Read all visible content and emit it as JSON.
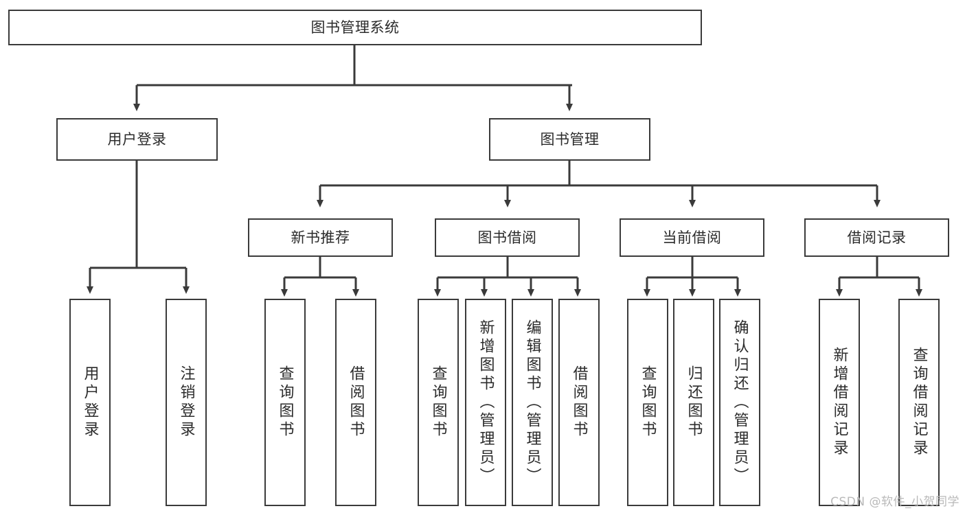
{
  "diagram": {
    "title": "图书管理系统",
    "type": "hierarchy-tree",
    "watermark": "CSDN @软件_小贺同学",
    "colors": {
      "box_border": "#3a3a3a",
      "box_fill": "#ffffff",
      "connector": "#3a3a3a",
      "text": "#2b2b2b",
      "watermark": "#b9b9b9"
    },
    "levels": [
      {
        "level": 0,
        "nodes": [
          {
            "id": "root",
            "label": "图书管理系统",
            "orientation": "horizontal"
          }
        ]
      },
      {
        "level": 1,
        "nodes": [
          {
            "id": "l1-0",
            "label": "用户登录",
            "orientation": "horizontal",
            "parent": "root"
          },
          {
            "id": "l1-1",
            "label": "图书管理",
            "orientation": "horizontal",
            "parent": "root"
          }
        ]
      },
      {
        "level": 2,
        "nodes": [
          {
            "id": "l2-0",
            "label": "新书推荐",
            "orientation": "horizontal",
            "parent": "l1-1"
          },
          {
            "id": "l2-1",
            "label": "图书借阅",
            "orientation": "horizontal",
            "parent": "l1-1"
          },
          {
            "id": "l2-2",
            "label": "当前借阅",
            "orientation": "horizontal",
            "parent": "l1-1"
          },
          {
            "id": "l2-3",
            "label": "借阅记录",
            "orientation": "horizontal",
            "parent": "l1-1"
          }
        ]
      },
      {
        "level": 3,
        "nodes": [
          {
            "id": "l3-0",
            "label": "用户登录",
            "orientation": "vertical",
            "parent": "l1-0"
          },
          {
            "id": "l3-1",
            "label": "注销登录",
            "orientation": "vertical",
            "parent": "l1-0"
          },
          {
            "id": "l3-2",
            "label": "查询图书",
            "orientation": "vertical",
            "parent": "l2-0"
          },
          {
            "id": "l3-3",
            "label": "借阅图书",
            "orientation": "vertical",
            "parent": "l2-0"
          },
          {
            "id": "l3-4",
            "label": "查询图书",
            "orientation": "vertical",
            "parent": "l2-1"
          },
          {
            "id": "l3-5",
            "label": "新增图书（管理员）",
            "orientation": "vertical",
            "parent": "l2-1"
          },
          {
            "id": "l3-6",
            "label": "编辑图书（管理员）",
            "orientation": "vertical",
            "parent": "l2-1"
          },
          {
            "id": "l3-7",
            "label": "借阅图书",
            "orientation": "vertical",
            "parent": "l2-1"
          },
          {
            "id": "l3-8",
            "label": "查询图书",
            "orientation": "vertical",
            "parent": "l2-2"
          },
          {
            "id": "l3-9",
            "label": "归还图书",
            "orientation": "vertical",
            "parent": "l2-2"
          },
          {
            "id": "l3-10",
            "label": "确认归还（管理员）",
            "orientation": "vertical",
            "parent": "l2-2"
          },
          {
            "id": "l3-11",
            "label": "新增借阅记录",
            "orientation": "vertical",
            "parent": "l2-3"
          },
          {
            "id": "l3-12",
            "label": "查询借阅记录",
            "orientation": "vertical",
            "parent": "l2-3"
          }
        ]
      }
    ]
  }
}
